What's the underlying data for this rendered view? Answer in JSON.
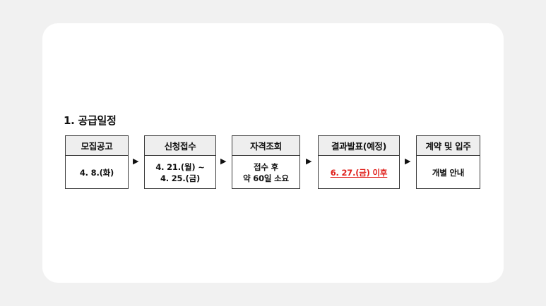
{
  "section": {
    "title": "1. 공급일정"
  },
  "steps": [
    {
      "title": "모집공고",
      "lines": [
        "4. 8.(화)"
      ]
    },
    {
      "title": "신청접수",
      "lines": [
        "4. 21.(월) ~",
        "4. 25.(금)"
      ]
    },
    {
      "title": "자격조회",
      "lines": [
        "접수 후",
        "약 60일 소요"
      ]
    },
    {
      "title": "결과발표(예정)",
      "lines": [
        "6. 27.(금) 이후"
      ]
    },
    {
      "title": "계약 및 입주",
      "lines": [
        "개별 안내"
      ]
    }
  ],
  "colors": {
    "highlight": "#e0201b",
    "header_bg": "#eeeeee",
    "border": "#3a3a3a"
  },
  "icons": {
    "arrow": "play-triangle-right-icon"
  }
}
